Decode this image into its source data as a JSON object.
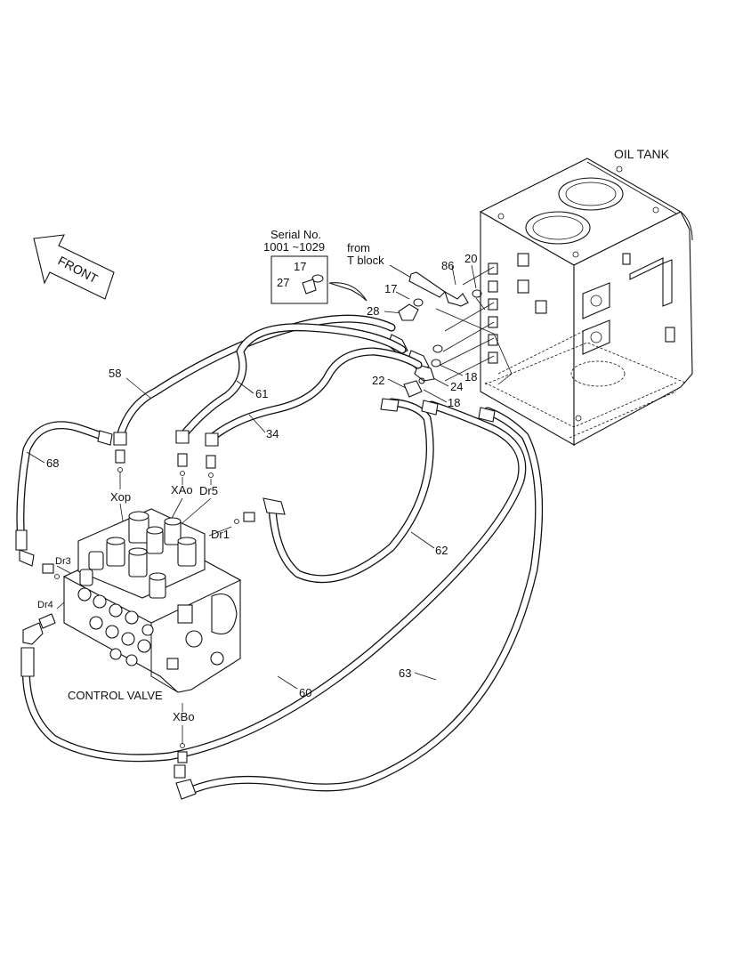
{
  "labels": {
    "oil_tank": "OIL TANK",
    "front": "FRONT",
    "serial_line1": "Serial No.",
    "serial_line2": "1001 ~1029",
    "from_line1": "from",
    "from_line2": "T block",
    "control_valve": "CONTROL VALVE",
    "xop": "Xop",
    "xao": "XAo",
    "dr5": "Dr5",
    "dr1": "Dr1",
    "dr3": "Dr3",
    "dr4": "Dr4",
    "xbo": "XBo"
  },
  "part_numbers": {
    "p17a": "17",
    "p27": "27",
    "p86": "86",
    "p20": "20",
    "p17b": "17",
    "p28": "28",
    "p18a": "18",
    "p24": "24",
    "p22": "22",
    "p18b": "18",
    "p58": "58",
    "p61": "61",
    "p34": "34",
    "p68": "68",
    "p62": "62",
    "p60": "60",
    "p63": "63"
  }
}
